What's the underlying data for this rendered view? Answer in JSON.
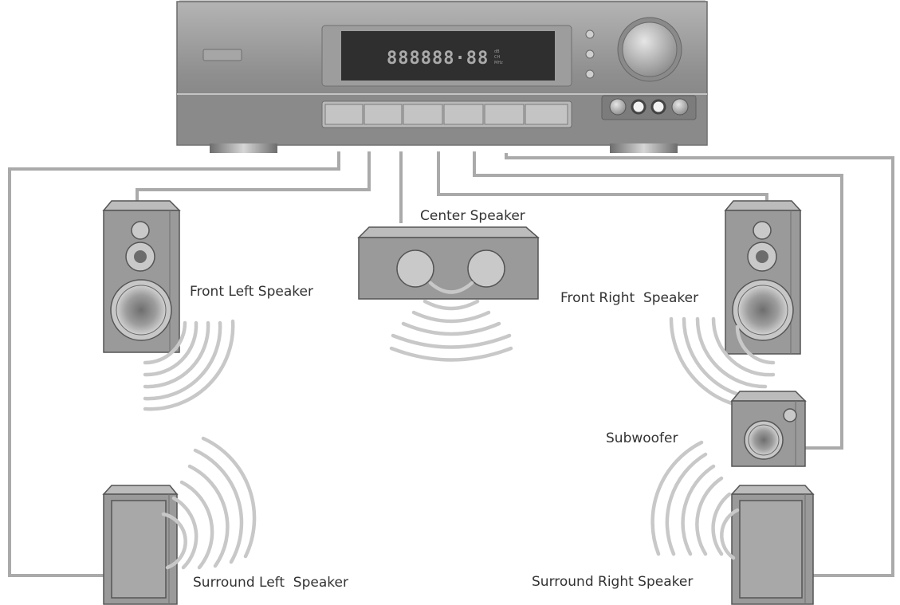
{
  "receiver": {
    "display_text": "888888·88",
    "display_indicators": [
      "dB",
      "CH",
      "MHz"
    ]
  },
  "labels": {
    "center": "Center Speaker",
    "front_left": "Front Left Speaker",
    "front_right": "Front Right  Speaker",
    "subwoofer": "Subwoofer",
    "surround_left": "Surround Left  Speaker",
    "surround_right": "Surround Right Speaker"
  },
  "colors": {
    "wire": "#aaaaaa",
    "sound_wave": "#c8c8c8",
    "speaker_body": "#9a9a9a",
    "receiver_body": "#8e8e8e",
    "display": "#2f2f2f"
  }
}
